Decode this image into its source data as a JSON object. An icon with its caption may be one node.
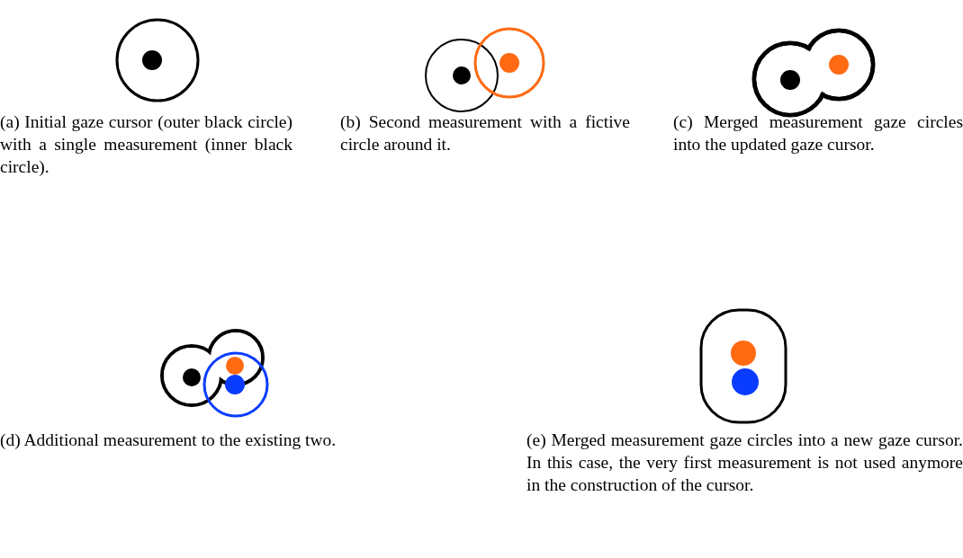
{
  "diagram": {
    "labels": [
      "(a) Initial gaze cursor (outer black circle) with a single measurement (inner black circle).",
      "(b) Second measurement with a fictive circle around it.",
      "(c) Merged measurement gaze circles into the updated gaze cursor.",
      "(d) Additional measurement to the existing two.",
      "(e) Merged measurement gaze circles into a new gaze cursor. In this case, the very first measurement is not used anymore in the construction of the cursor."
    ]
  }
}
